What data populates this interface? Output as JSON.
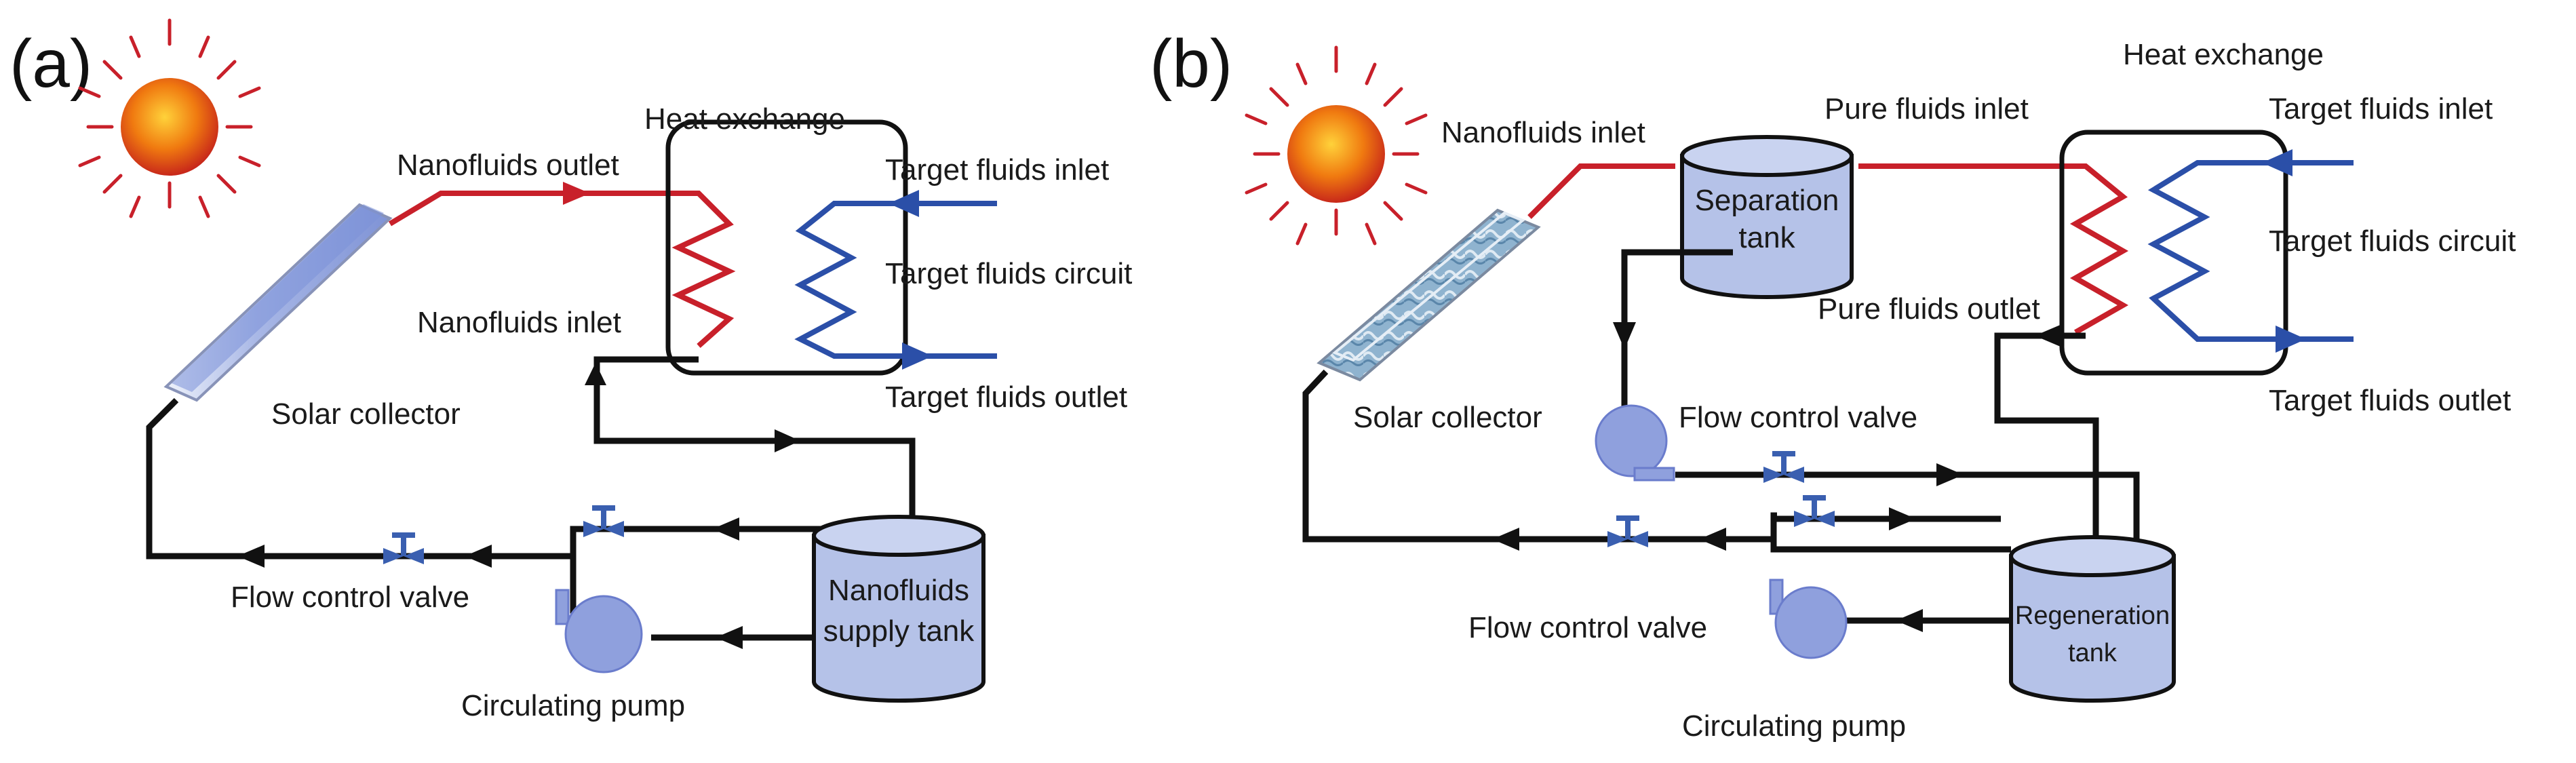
{
  "colors": {
    "hot_line": "#c8202a",
    "cold_line": "#2b4fa8",
    "return_line": "#111111",
    "tank_fill": "#b5c2e8",
    "pump_fill": "#8fa0dd",
    "valve": "#3a5fb0"
  },
  "panel_a": {
    "label": "(a)",
    "heat_exchange": "Heat exchange",
    "nanofluids_outlet": "Nanofluids outlet",
    "nanofluids_inlet": "Nanofluids inlet",
    "target_fluids_inlet": "Target fluids inlet",
    "target_fluids_circuit": "Target fluids circuit",
    "target_fluids_outlet": "Target fluids outlet",
    "solar_collector": "Solar collector",
    "flow_control_valve": "Flow control valve",
    "circulating_pump": "Circulating pump",
    "tank_line1": "Nanofluids",
    "tank_line2": "supply tank"
  },
  "panel_b": {
    "label": "(b)",
    "heat_exchange": "Heat exchange",
    "nanofluids_inlet": "Nanofluids inlet",
    "pure_fluids_inlet": "Pure fluids inlet",
    "pure_fluids_outlet": "Pure fluids outlet",
    "target_fluids_inlet": "Target fluids inlet",
    "target_fluids_circuit": "Target fluids circuit",
    "target_fluids_outlet": "Target fluids outlet",
    "separation_line1": "Separation",
    "separation_line2": "tank",
    "solar_collector": "Solar collector",
    "flow_control_valve_top": "Flow control valve",
    "flow_control_valve_bottom": "Flow control valve",
    "regeneration_line1": "Regeneration",
    "regeneration_line2": "tank",
    "circulating_pump": "Circulating pump"
  }
}
